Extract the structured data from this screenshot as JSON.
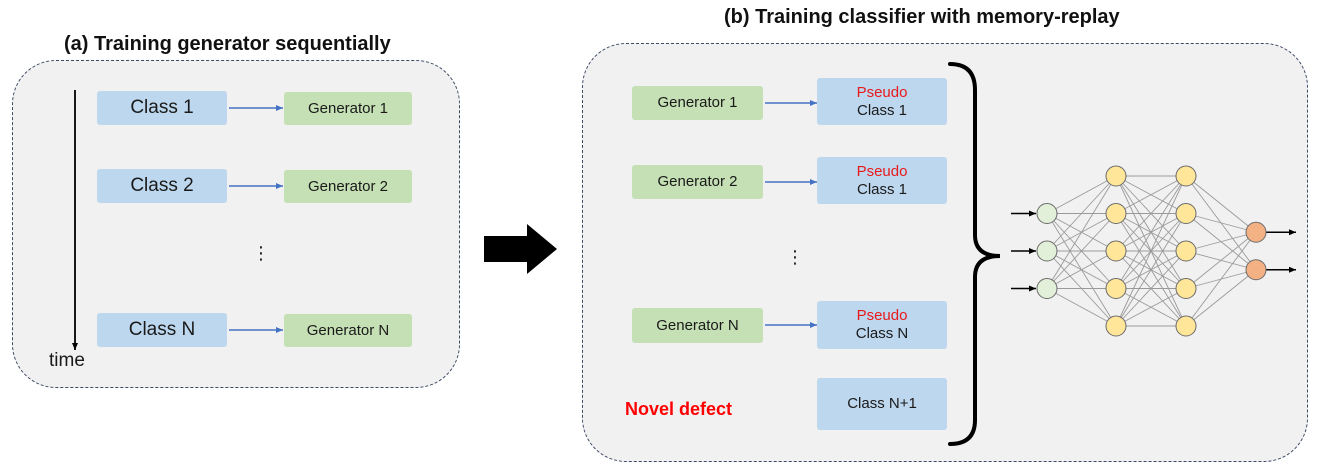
{
  "panel_a": {
    "title": "(a) Training generator sequentially",
    "classes": [
      "Class 1",
      "Class 2",
      "Class N"
    ],
    "generators": [
      "Generator 1",
      "Generator 2",
      "Generator N"
    ],
    "ellipsis": "⋮",
    "time_label": "time"
  },
  "panel_b": {
    "title": "(b) Training classifier with memory-replay",
    "generators": [
      "Generator 1",
      "Generator 2",
      "Generator N"
    ],
    "pseudo_label": "Pseudo",
    "pseudo_classes": [
      "Class 1",
      "Class 1",
      "Class N"
    ],
    "new_class": "Class N+1",
    "novel_label": "Novel defect",
    "ellipsis": "⋮"
  },
  "network": {
    "layers": [
      3,
      5,
      5,
      2
    ],
    "layer_colors": [
      "#e2efd9",
      "#ffe699",
      "#ffe699",
      "#f4b183"
    ]
  },
  "colors": {
    "class_box": "#bdd7ee",
    "generator_box": "#c5e0b4",
    "arrow": "#4472c4",
    "pseudo_text": "#e8191a",
    "novel_text": "#ff0000",
    "panel_border": "#3d4a66",
    "panel_fill": "#f1f1f1"
  }
}
